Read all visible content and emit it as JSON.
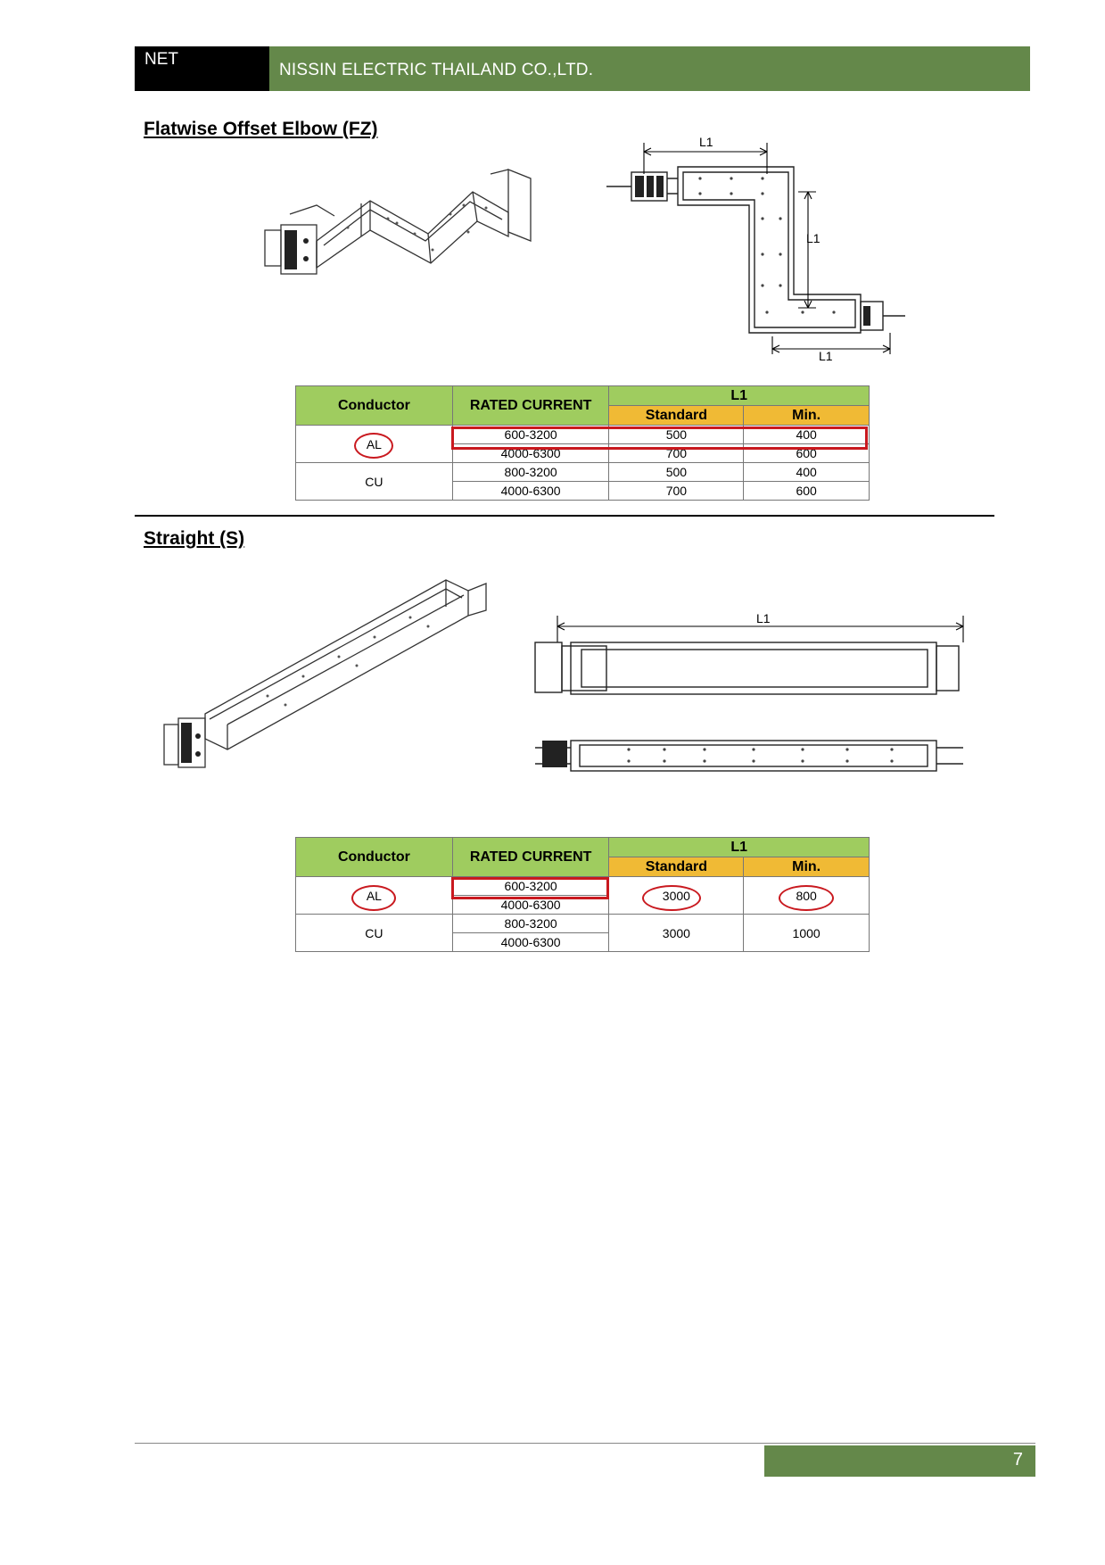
{
  "header": {
    "left": "NET",
    "company": "NISSIN ELECTRIC THAILAND CO.,LTD."
  },
  "sections": [
    {
      "title": "Flatwise Offset Elbow (FZ)",
      "dim_label": "L1",
      "table": {
        "col_conductor": "Conductor",
        "col_rated": "RATED CURRENT",
        "col_group": "L1",
        "col_standard": "Standard",
        "col_min": "Min.",
        "rows": [
          {
            "conductor": "AL",
            "rated": "600-3200",
            "standard": "500",
            "min": "400"
          },
          {
            "conductor": "",
            "rated": "4000-6300",
            "standard": "700",
            "min": "600"
          },
          {
            "conductor": "CU",
            "rated": "800-3200",
            "standard": "500",
            "min": "400"
          },
          {
            "conductor": "",
            "rated": "4000-6300",
            "standard": "700",
            "min": "600"
          }
        ]
      }
    },
    {
      "title": "Straight (S)",
      "dim_label": "L1",
      "table": {
        "col_conductor": "Conductor",
        "col_rated": "RATED CURRENT",
        "col_group": "L1",
        "col_standard": "Standard",
        "col_min": "Min.",
        "al": {
          "conductor": "AL",
          "rated": [
            "600-3200",
            "4000-6300"
          ],
          "standard": "3000",
          "min": "800"
        },
        "cu": {
          "conductor": "CU",
          "rated": [
            "800-3200",
            "4000-6300"
          ],
          "standard": "3000",
          "min": "1000"
        }
      }
    }
  ],
  "footer": {
    "page_number": "7"
  }
}
